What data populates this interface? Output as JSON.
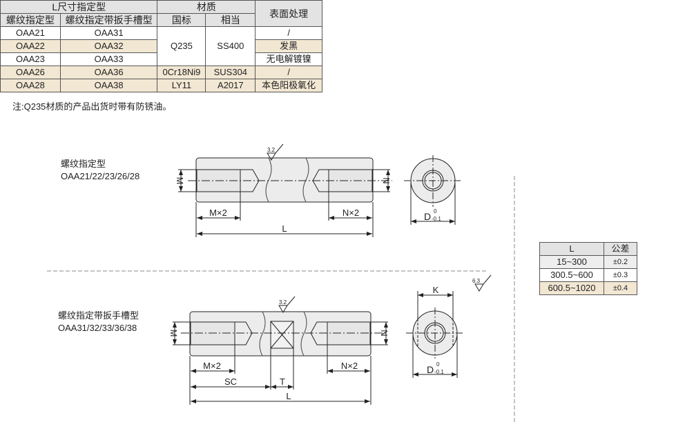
{
  "spec_table": {
    "header": {
      "l_type": "L尺寸指定型",
      "material": "材质",
      "surface": "表面处理",
      "thread": "螺纹指定型",
      "thread_wrench": "螺纹指定带扳手槽型",
      "gb": "国标",
      "equiv": "相当"
    },
    "rows": [
      {
        "a": "OAA21",
        "b": "OAA31",
        "surface": "/"
      },
      {
        "a": "OAA22",
        "b": "OAA32",
        "surface": "发黑"
      },
      {
        "a": "OAA23",
        "b": "OAA33",
        "surface": "无电解镀镍"
      },
      {
        "a": "OAA26",
        "b": "OAA36",
        "gb": "0Cr18Ni9",
        "equiv": "SUS304",
        "surface": "/"
      },
      {
        "a": "OAA28",
        "b": "OAA38",
        "gb": "LY11",
        "equiv": "A2017",
        "surface": "本色阳极氧化"
      }
    ],
    "merged_gb": "Q235",
    "merged_equiv": "SS400"
  },
  "note": "注:Q235材质的产品出货时带有防锈油。",
  "drawing1": {
    "title": "螺纹指定型",
    "codes": "OAA21/22/23/26/28",
    "roughness": "3.2",
    "m": "M",
    "n": "N",
    "mx2": "M×2",
    "nx2": "N×2",
    "l": "L",
    "d": "D",
    "d_up": "0",
    "d_low": "-0.1"
  },
  "drawing2": {
    "title": "螺纹指定带扳手槽型",
    "codes": "OAA31/32/33/36/38",
    "roughness": "3.2",
    "roughness_all": "6.3",
    "m": "M",
    "n": "N",
    "mx2": "M×2",
    "nx2": "N×2",
    "sc": "SC",
    "t": "T",
    "l": "L",
    "k": "K",
    "d": "D",
    "d_up": "0",
    "d_low": "-0.1"
  },
  "tolerance_table": {
    "header": {
      "l": "L",
      "tol": "公差"
    },
    "rows": [
      {
        "l": "15~300",
        "tol": "±0.2"
      },
      {
        "l": "300.5~600",
        "tol": "±0.3"
      },
      {
        "l": "600.5~1020",
        "tol": "±0.4"
      }
    ]
  }
}
